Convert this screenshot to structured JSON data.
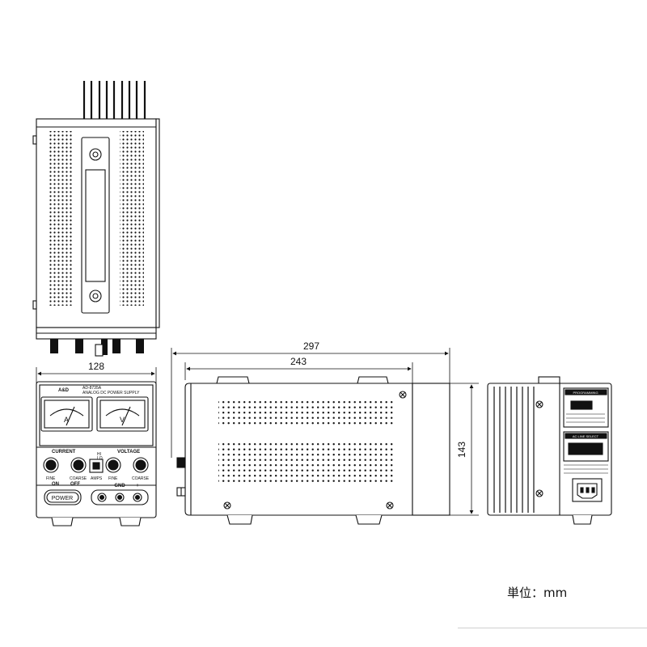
{
  "dimensions": {
    "front_width": "128",
    "overall_depth": "297",
    "body_depth": "243",
    "height": "143"
  },
  "unit_note": "単位：mm",
  "front_panel": {
    "brand": "A&D",
    "model": "AD-8735A",
    "product": "ANALOG DC POWER SUPPLY",
    "meter_current_unit": "A",
    "meter_voltage_unit": "V",
    "current_label": "CURRENT",
    "voltage_label": "VOLTAGE",
    "fine_label": "FINE",
    "coarse_label": "COARSE",
    "hi_label": "HI",
    "lo_label": "LO",
    "amps_label": "AMPS",
    "on_label": "ON",
    "off_label": "OFF",
    "power_label": "POWER",
    "minus_label": "−",
    "gnd_label": "GND",
    "plus_label": "+"
  },
  "rear_panel": {
    "programming_label": "PROGRAMMING",
    "ac_line_label": "AC LINE SELECT"
  },
  "colors": {
    "line": "#111111",
    "panel_fill": "#ffffff",
    "rule": "#cfcfcf"
  }
}
